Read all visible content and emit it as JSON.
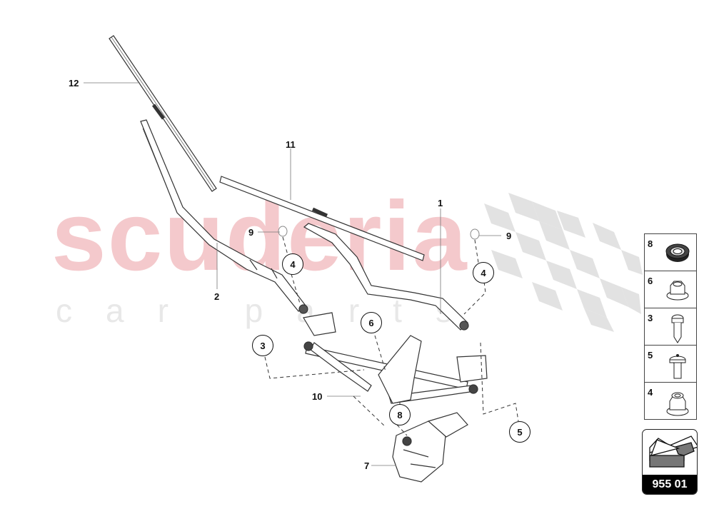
{
  "watermark": {
    "brand": "scuderia",
    "tagline": "car parts"
  },
  "diagram": {
    "labels": [
      {
        "id": "12",
        "text": "12"
      },
      {
        "id": "11",
        "text": "11"
      },
      {
        "id": "1",
        "text": "1"
      },
      {
        "id": "2",
        "text": "2"
      },
      {
        "id": "9a",
        "text": "9"
      },
      {
        "id": "9b",
        "text": "9"
      },
      {
        "id": "10",
        "text": "10"
      },
      {
        "id": "7",
        "text": "7"
      }
    ],
    "callouts": [
      {
        "id": "4a",
        "text": "4"
      },
      {
        "id": "4b",
        "text": "4"
      },
      {
        "id": "3",
        "text": "3"
      },
      {
        "id": "6",
        "text": "6"
      },
      {
        "id": "8",
        "text": "8"
      },
      {
        "id": "5",
        "text": "5"
      }
    ]
  },
  "legend": {
    "items": [
      {
        "num": "8",
        "icon": "bearing-icon"
      },
      {
        "num": "6",
        "icon": "flange-nut-icon"
      },
      {
        "num": "3",
        "icon": "screw-icon"
      },
      {
        "num": "5",
        "icon": "bolt-icon"
      },
      {
        "num": "4",
        "icon": "lock-nut-icon"
      }
    ]
  },
  "navigation": {
    "icon": "arrow-back-icon",
    "code": "955 01"
  },
  "colors": {
    "watermark_red": "#f4c9cc",
    "watermark_grey": "#e8e8e8",
    "checker_grey": "#e2e2e2",
    "line": "#333333"
  }
}
